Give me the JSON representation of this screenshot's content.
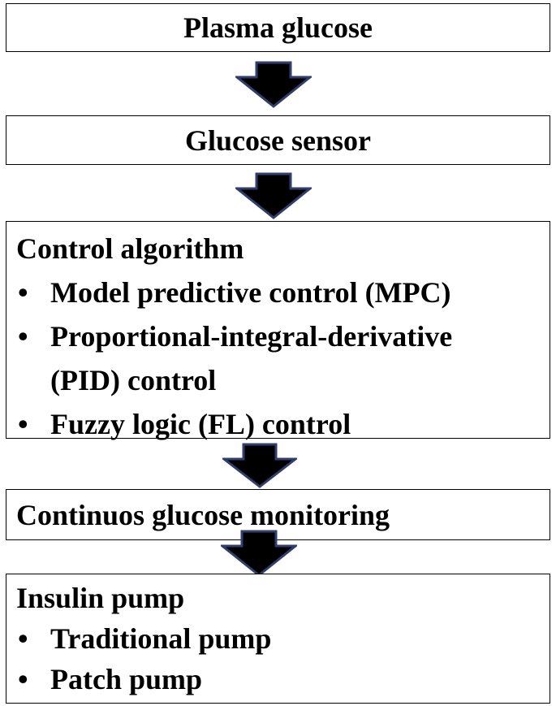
{
  "boxes": {
    "plasma": {
      "label": "Plasma glucose"
    },
    "sensor": {
      "label": "Glucose sensor"
    },
    "algorithm": {
      "heading": "Control algorithm",
      "items": [
        "Model predictive control (MPC)",
        "Proportional-integral-derivative",
        "(PID) control",
        "Fuzzy logic (FL) control"
      ]
    },
    "cgm": {
      "label": "Continuos glucose monitoring"
    },
    "pump": {
      "heading": "Insulin pump",
      "items": [
        "Traditional pump",
        "Patch pump"
      ]
    }
  },
  "bullet_char": "•",
  "colors": {
    "arrow_fill": "#000000",
    "arrow_stroke": "#2f3e6b",
    "box_border": "#000000"
  }
}
